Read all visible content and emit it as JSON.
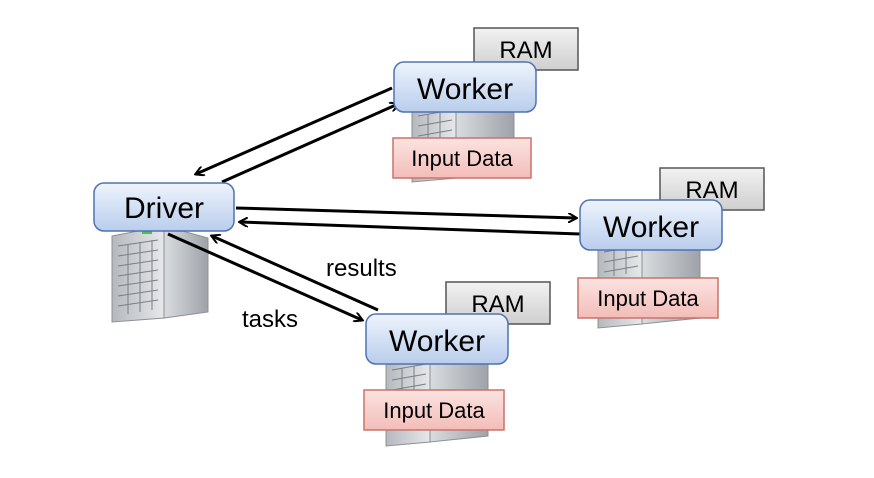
{
  "driver": {
    "label": "Driver"
  },
  "workers": [
    {
      "label": "Worker",
      "ram": "RAM",
      "input": "Input Data"
    },
    {
      "label": "Worker",
      "ram": "RAM",
      "input": "Input Data"
    },
    {
      "label": "Worker",
      "ram": "RAM",
      "input": "Input Data"
    }
  ],
  "edge_labels": {
    "results": "results",
    "tasks": "tasks"
  },
  "colors": {
    "node_fill_top": "#eef4fc",
    "node_fill_bottom": "#b9cdec",
    "node_stroke": "#4e72b5",
    "ram_fill": "#dcdcdc",
    "input_fill": "#f6c9c5",
    "input_stroke": "#c9736c",
    "server_body": "#cfd2d6",
    "arrow": "#000000"
  }
}
